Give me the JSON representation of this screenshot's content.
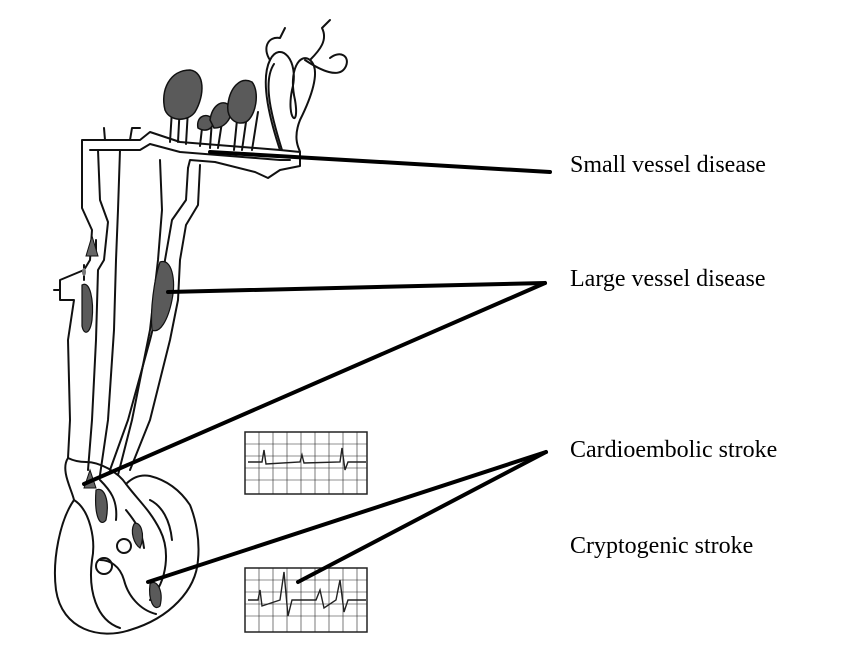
{
  "labels": {
    "small_vessel": "Small vessel disease",
    "large_vessel": "Large vessel disease",
    "cardioembolic": "Cardioembolic stroke",
    "cryptogenic": "Cryptogenic stroke"
  },
  "colors": {
    "ink": "#000000",
    "lesion_fill": "#5a5a5a",
    "background": "#ffffff"
  }
}
